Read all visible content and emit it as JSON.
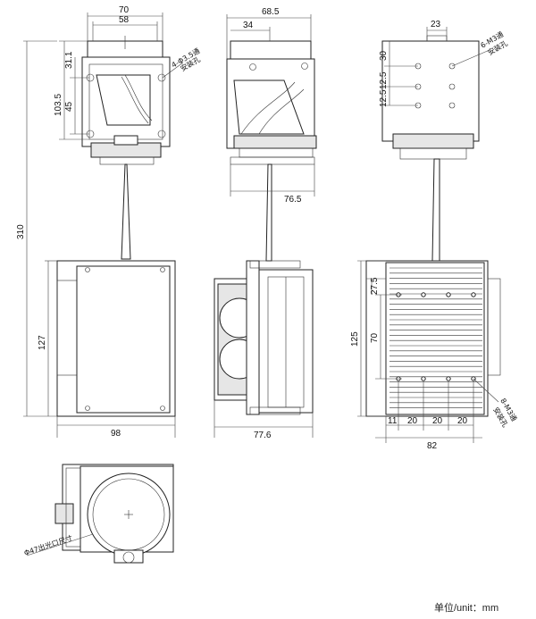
{
  "dimensions": {
    "front_top_width": "70",
    "front_inner_width": "58",
    "front_h1": "31.1",
    "front_h2": "103.5",
    "front_h3": "45",
    "total_height": "310",
    "box_height": "127",
    "box_width": "98",
    "side_top_width": "68.5",
    "side_inner_width": "34",
    "side_bottom_width": "76.5",
    "side_box_width": "77.6",
    "rear_top_offset": "23",
    "rear_h1": "30",
    "rear_h2": "12.5",
    "rear_h3": "12.5",
    "rear_box_h1": "27.5",
    "rear_box_h2": "125",
    "rear_box_h3": "70",
    "rear_bottom_11": "11",
    "rear_bottom_20a": "20",
    "rear_bottom_20b": "20",
    "rear_bottom_20c": "20",
    "rear_bottom_total": "82"
  },
  "notes": {
    "holes_front": "4-Φ3.5通",
    "holes_front_2": "安装孔",
    "holes_rear": "6-M3通",
    "holes_rear_2": "安装孔",
    "holes_box": "8-M3通",
    "holes_box_2": "安装孔",
    "lens_size": "Φ47出光口尺寸"
  },
  "unit_label": "单位/unit：mm"
}
